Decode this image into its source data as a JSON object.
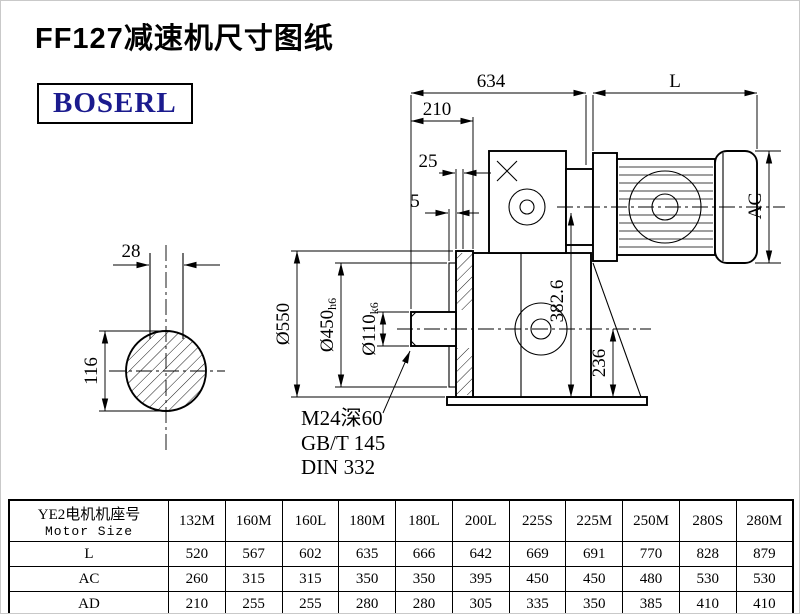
{
  "title": "FF127减速机尺寸图纸",
  "logo": "BOSERL",
  "drawing": {
    "dims": {
      "d634": "634",
      "dL": "L",
      "d210": "210",
      "d25": "25",
      "d5": "5",
      "dAC": "AC",
      "d28": "28",
      "d116": "116",
      "d550": "Ø550",
      "d450": "Ø450",
      "d450_suffix": "h6",
      "d110": "Ø110",
      "d110_suffix": "k6",
      "d382": "382.6",
      "d236": "236"
    },
    "notes": {
      "thread": "M24深60",
      "std1": "GB/T 145",
      "std2": "DIN 332"
    }
  },
  "table": {
    "header_cn": "YE2电机机座号",
    "header_en": "Motor Size",
    "columns": [
      "132M",
      "160M",
      "160L",
      "180M",
      "180L",
      "200L",
      "225S",
      "225M",
      "250M",
      "280S",
      "280M"
    ],
    "rows": [
      {
        "label": "L",
        "values": [
          520,
          567,
          602,
          635,
          666,
          642,
          669,
          691,
          770,
          828,
          879
        ]
      },
      {
        "label": "AC",
        "values": [
          260,
          315,
          315,
          350,
          350,
          395,
          450,
          450,
          480,
          530,
          530
        ]
      },
      {
        "label": "AD",
        "values": [
          210,
          255,
          255,
          280,
          280,
          305,
          335,
          350,
          385,
          410,
          410
        ]
      }
    ]
  }
}
